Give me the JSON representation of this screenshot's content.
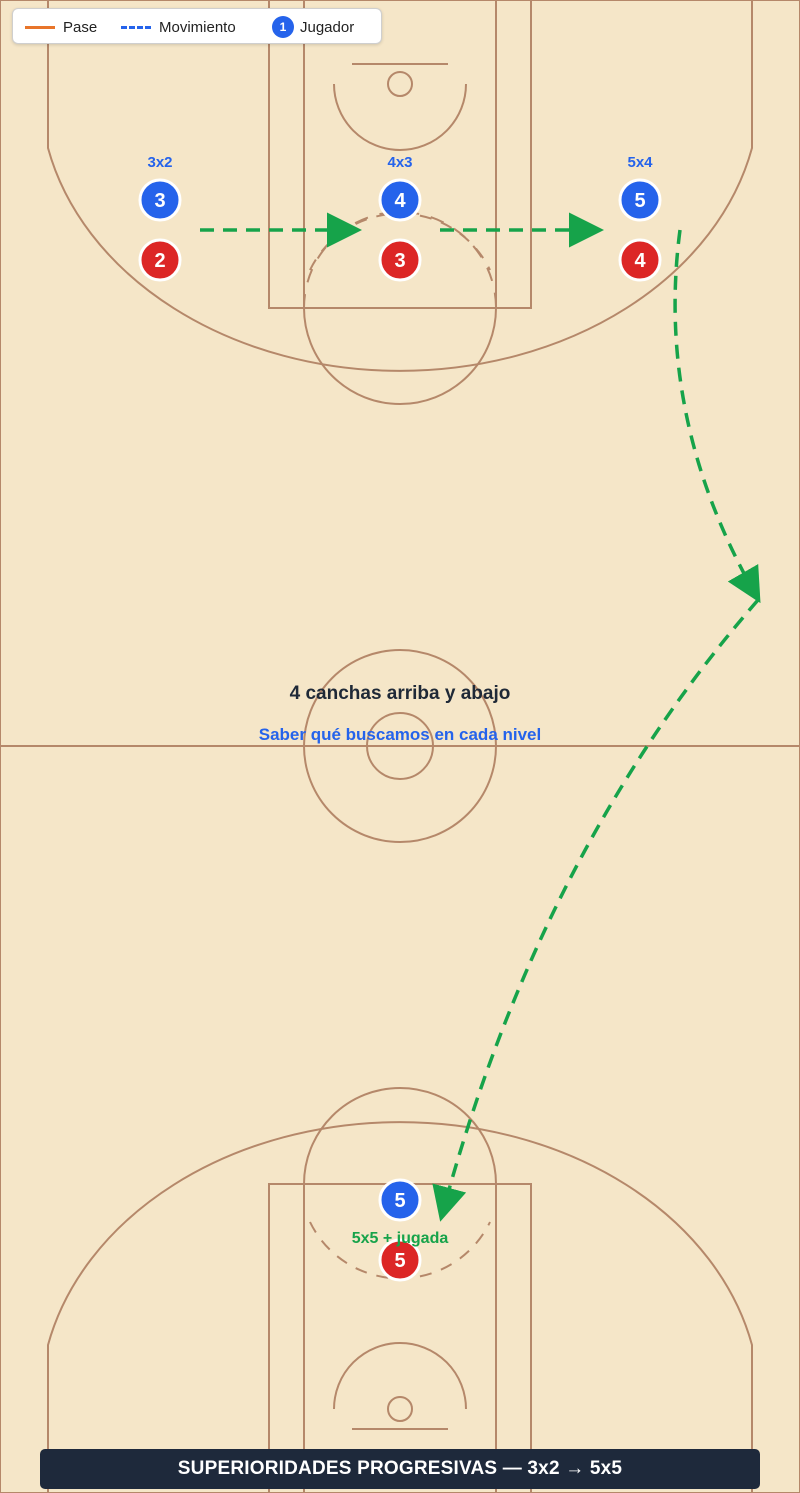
{
  "legend": {
    "pass_label": "Pase",
    "move_label": "Movimiento",
    "player_label": "Jugador",
    "player_sample": "1"
  },
  "colors": {
    "court": "#f5e6c8",
    "lines": "#b5886a",
    "offense": "#2563eb",
    "defense": "#dc2626",
    "movement_arrow": "#16a34a",
    "pass": "#e8752a",
    "footer_bg": "#1e293b"
  },
  "levels": [
    {
      "label": "3x2",
      "offense": "3",
      "defense": "2"
    },
    {
      "label": "4x3",
      "offense": "4",
      "defense": "3"
    },
    {
      "label": "5x4",
      "offense": "5",
      "defense": "4"
    }
  ],
  "final": {
    "label": "5x5 + jugada",
    "offense": "5",
    "defense": "5"
  },
  "center_title": "4 canchas arriba y abajo",
  "center_subtitle": "Saber qué buscamos en cada nivel",
  "footer_title": "SUPERIORIDADES PROGRESIVAS — 3x2 → 5x5"
}
